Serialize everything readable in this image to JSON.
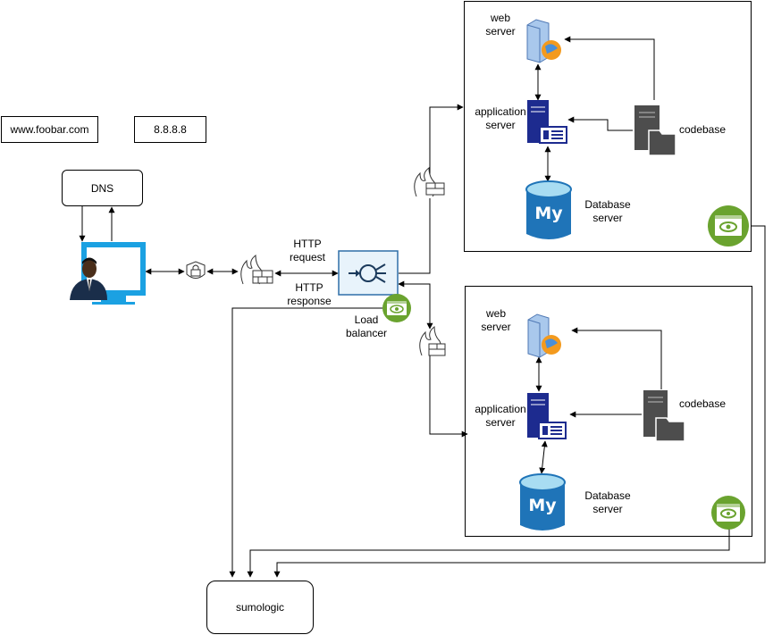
{
  "labels": {
    "domain": "www.foobar.com",
    "ip": "8.8.8.8",
    "dns": "DNS",
    "http_request": "HTTP\nrequest",
    "http_response": "HTTP\nresponse",
    "load_balancer": "Load\nbalancer",
    "sumologic": "sumologic"
  },
  "servers": [
    {
      "web": "web\nserver",
      "app": "application\nserver",
      "codebase": "codebase",
      "db": "Database\nserver",
      "db_logo": "My"
    },
    {
      "web": "web\nserver",
      "app": "application\nserver",
      "codebase": "codebase",
      "db": "Database\nserver",
      "db_logo": "My"
    }
  ],
  "icons": [
    "user-computer-icon",
    "lock-icon",
    "firewall-icon",
    "load-balancer-icon",
    "monitor-icon",
    "web-server-icon",
    "app-server-icon",
    "codebase-server-icon",
    "mysql-database-icon"
  ],
  "colors": {
    "monitor_green": "#6aa32f",
    "server_navy": "#1d2b8f",
    "db_blue": "#1f74b8",
    "screen_blue": "#1ba1e2",
    "lb_blue": "#2f6fa8",
    "firewall_red": "#d32f2f"
  }
}
